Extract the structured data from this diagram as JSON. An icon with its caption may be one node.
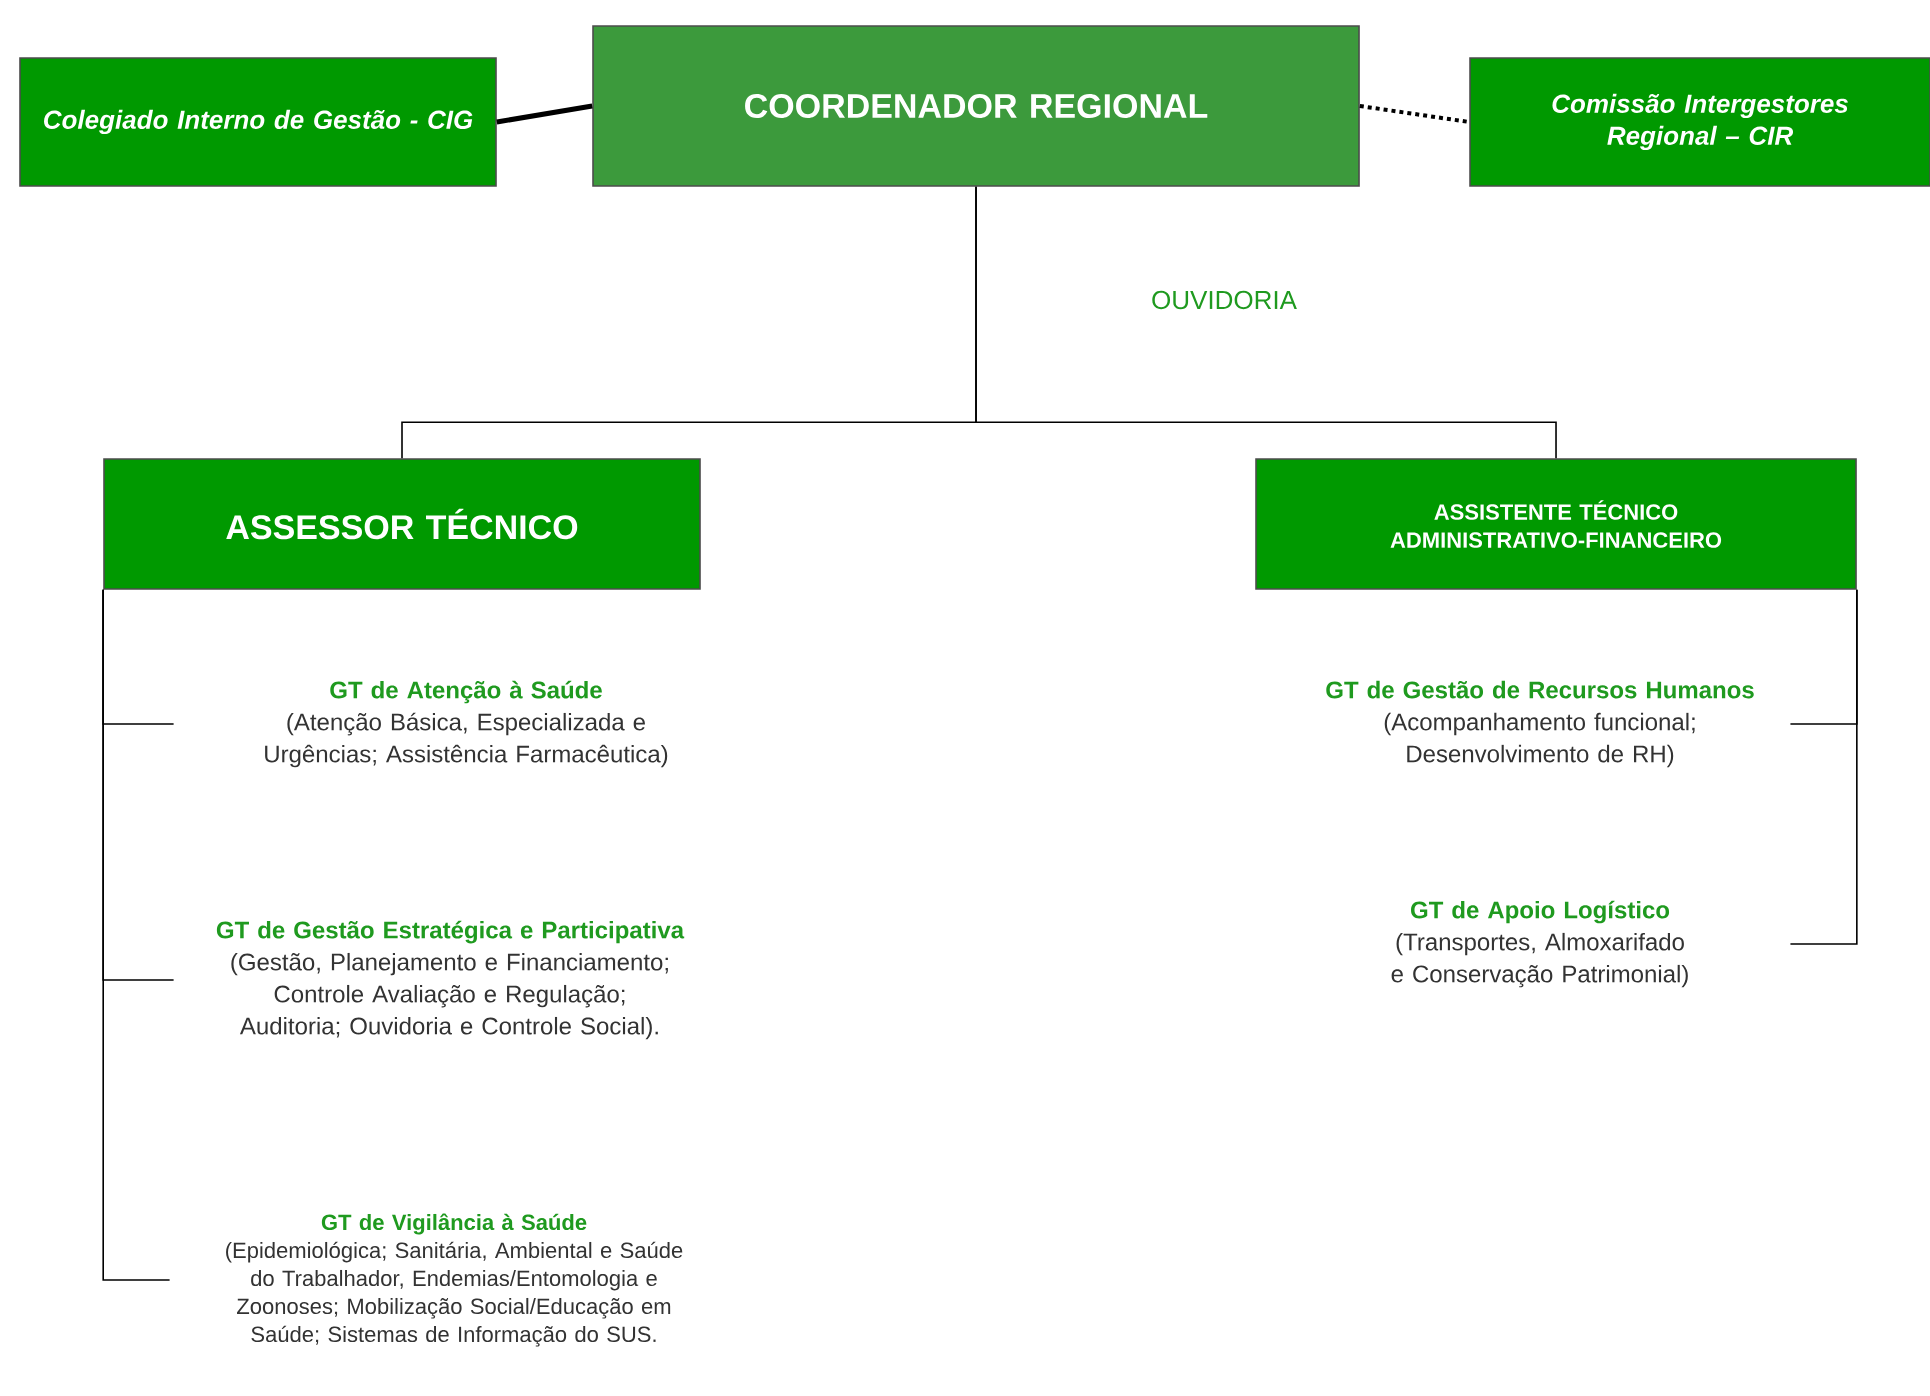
{
  "diagram": {
    "nodes": [
      {
        "text": [
          "COORDENADOR REGIONAL"
        ]
      },
      {
        "text": [
          "Colegiado Interno de Gestão - CIG"
        ]
      },
      {
        "text": [
          "Comissão Intergestores Regional – CIR"
        ]
      },
      {
        "text": [
          "ASSESSOR TÉCNICO"
        ]
      },
      {
        "text": [
          "ASSISTENTE TÉCNICO ADMINISTRATIVO-FINANCEIRO"
        ]
      },
      {
        "text": [
          "GT de Atenção à Saúde",
          "(Atenção Básica, Especializada e Urgências; Assistência Farmacêutica)"
        ]
      },
      {
        "text": [
          "GT de Gestão Estratégica e Participativa",
          "(Gestão, Planejamento e Financiamento; Controle Avaliação e Regulação; Auditoria; Ouvidoria e Controle Social)."
        ]
      },
      {
        "text": [
          "GT de Vigilância à Saúde",
          "(Epidemiológica; Sanitária, Ambiental e Saúde do Trabalhador, Endemias/Entomologia e Zoonoses; Mobilização Social/Educação em Saúde; Sistemas de Informação do SUS."
        ]
      },
      {
        "text": [
          "GT de Gestão de Recursos Humanos",
          "(Acompanhamento funcional; Desenvolvimento de RH)"
        ]
      },
      {
        "text": [
          "GT de Apoio Logístico",
          "(Transportes, Almoxarifado e Conservação Patrimonial)"
        ]
      }
    ],
    "edges": [
      {
        "from": 1,
        "to": 0,
        "arrow": "none",
        "style": "thick"
      },
      {
        "from": 0,
        "to": 2,
        "arrow": "none",
        "style": "dashed"
      },
      {
        "from": 0,
        "to": 3,
        "arrow": "none"
      },
      {
        "from": 0,
        "to": 4,
        "arrow": "none"
      },
      {
        "from": 3,
        "to": 5,
        "arrow": "none"
      },
      {
        "from": 3,
        "to": 6,
        "arrow": "none"
      },
      {
        "from": 3,
        "to": 7,
        "arrow": "none"
      },
      {
        "from": 4,
        "to": 8,
        "arrow": "none"
      },
      {
        "from": 4,
        "to": 9,
        "arrow": "none"
      }
    ],
    "labels": [
      "OUVIDORIA"
    ]
  }
}
